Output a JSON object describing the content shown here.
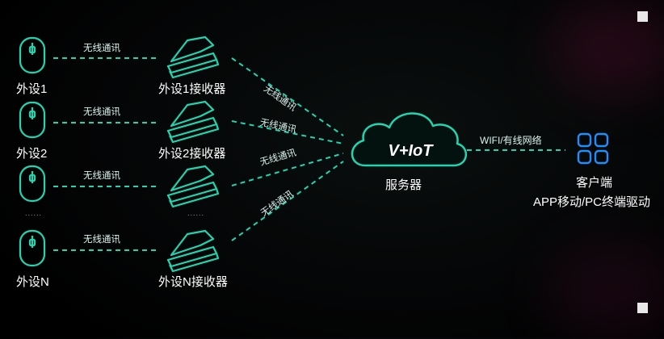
{
  "colors": {
    "accent": "#1fd6b0",
    "text": "#ffffff",
    "client_blue": "#1e8fff"
  },
  "devices": [
    {
      "label": "外设1",
      "link_label": "无线通讯",
      "receiver_label": "外设1接收器",
      "uplink_label": "无线通讯"
    },
    {
      "label": "外设2",
      "link_label": "无线通讯",
      "receiver_label": "外设2接收器",
      "uplink_label": "无线通讯"
    },
    {
      "label": "......",
      "link_label": "无线通讯",
      "receiver_label": "......",
      "uplink_label": "无线通讯"
    },
    {
      "label": "外设N",
      "link_label": "无线通讯",
      "receiver_label": "外设N接收器",
      "uplink_label": "无线通讯"
    }
  ],
  "server": {
    "logo_text": "V+IoT",
    "label": "服务器"
  },
  "network_label": "WIFI/有线网络",
  "client": {
    "title": "客户端",
    "subtitle": "APP移动/PC终端驱动",
    "icon": "grid-icon"
  },
  "icons": {
    "device": "mouse-icon",
    "receiver": "receiver-icon",
    "server": "cloud-icon"
  }
}
